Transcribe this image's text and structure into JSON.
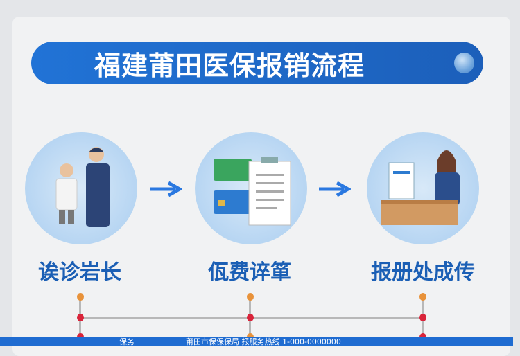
{
  "title": "福建莆田医保报销流程",
  "steps": [
    {
      "label": "诶诊岩长",
      "icon": "doctor-patient-illustration"
    },
    {
      "label": "佤费谇箪",
      "icon": "cards-document-illustration"
    },
    {
      "label": "报册处成传",
      "icon": "clerk-desk-illustration"
    }
  ],
  "colors": {
    "primary": "#1f6cd1",
    "label": "#1b5fb5",
    "dot_orange": "#e8923a",
    "dot_red": "#d9243a"
  },
  "footer": {
    "left": "保务",
    "right": "莆田市保保保局 报服务热线 1-000-0000000"
  }
}
